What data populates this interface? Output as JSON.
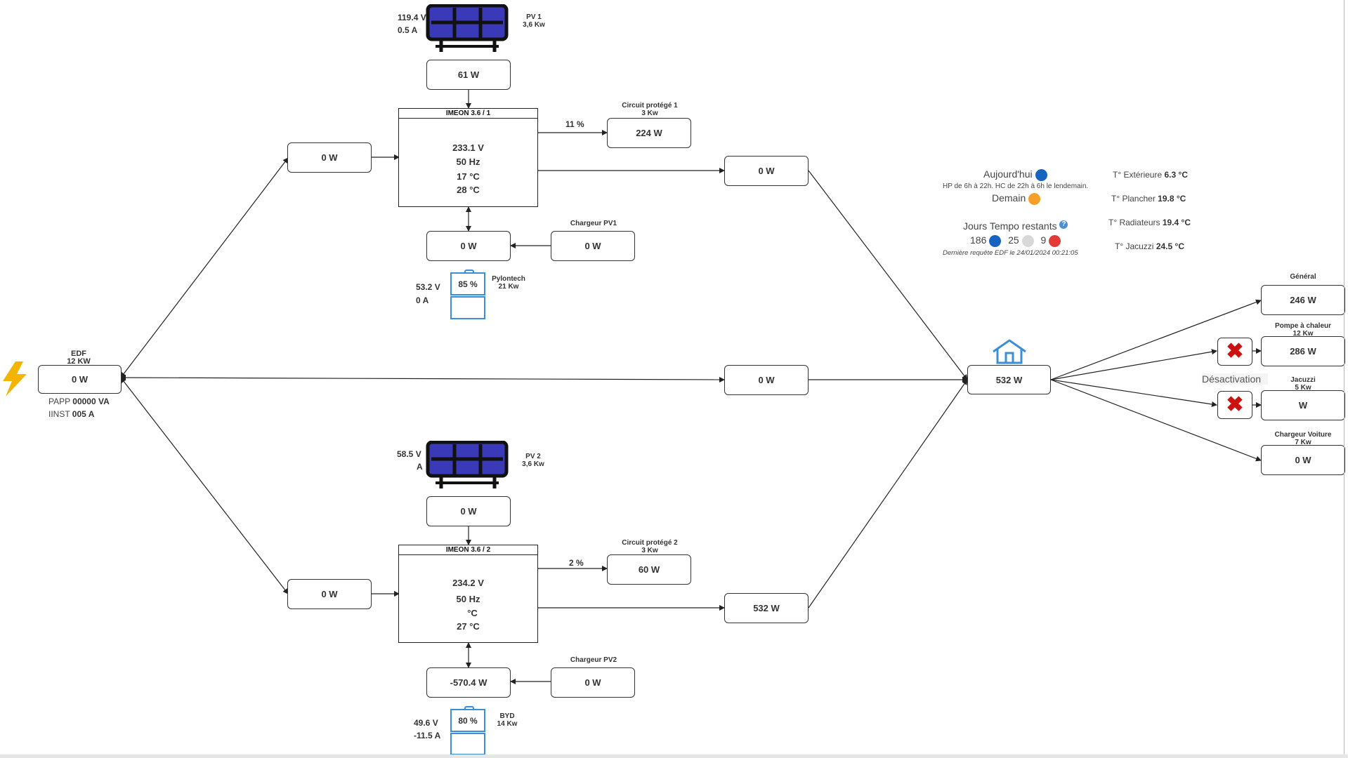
{
  "colors": {
    "accent_blue": "#3b8fd9",
    "dot_blue": "#1565c0",
    "dot_white": "#d8d8d8",
    "dot_orange": "#f5a029",
    "dot_red": "#e53935",
    "lightning": "#f5b400",
    "cross_red": "#cc1111"
  },
  "edf": {
    "title": "EDF",
    "subtitle": "12 KW",
    "power": "0 W",
    "papp_label": "PAPP",
    "papp_value": "00000 VA",
    "iinst_label": "IINST",
    "iinst_value": "005 A",
    "icon": "lightning-icon"
  },
  "pv1": {
    "voltage": "119.4 V",
    "current": "0.5 A",
    "name": "PV 1",
    "capacity": "3,6 Kw",
    "power": "61 W",
    "icon": "solar-panel-icon"
  },
  "pv2": {
    "voltage": "58.5 V",
    "current": "A",
    "name": "PV 2",
    "capacity": "3,6 Kw",
    "power": "0 W",
    "icon": "solar-panel-icon"
  },
  "inverter1": {
    "title": "IMEON 3.6 / 1",
    "voltage": "233.1 V",
    "frequency": "50 Hz",
    "temp1": "17 °C",
    "temp2": "28 °C",
    "grid_in": "0 W",
    "out_to_house": "0 W",
    "battery_flow": "0 W"
  },
  "inverter2": {
    "title": "IMEON 3.6 / 2",
    "voltage": "234.2 V",
    "frequency": "50 Hz",
    "temp1": "°C",
    "temp2": "27 °C",
    "grid_in": "0 W",
    "out_to_house": "532 W",
    "battery_flow": "-570.4 W"
  },
  "circuit1": {
    "title": "Circuit protégé 1",
    "capacity": "3 Kw",
    "percent": "11 %",
    "power": "224 W"
  },
  "circuit2": {
    "title": "Circuit protégé 2",
    "capacity": "3 Kw",
    "percent": "2 %",
    "power": "60 W"
  },
  "charger1": {
    "title": "Chargeur PV1",
    "power": "0 W"
  },
  "charger2": {
    "title": "Chargeur PV2",
    "power": "0 W"
  },
  "battery1": {
    "voltage": "53.2 V",
    "current": "0 A",
    "soc": "85 %",
    "soc_fraction": 0.85,
    "name": "Pylontech",
    "capacity": "21 Kw"
  },
  "battery2": {
    "voltage": "49.6 V",
    "current": "-11.5 A",
    "soc": "80 %",
    "soc_fraction": 0.8,
    "name": "BYD",
    "capacity": "14 Kw"
  },
  "grid_direct": {
    "power": "0 W"
  },
  "house": {
    "power": "532 W",
    "icon": "house-icon"
  },
  "loads": {
    "general": {
      "title": "Général",
      "power": "246 W"
    },
    "heatpump": {
      "title": "Pompe à chaleur",
      "capacity": "12 Kw",
      "power": "286 W"
    },
    "jacuzzi": {
      "title": "Jacuzzi",
      "capacity": "5 Kw",
      "power": "W"
    },
    "car": {
      "title": "Chargeur Voiture",
      "capacity": "7 Kw",
      "power": "0 W"
    },
    "deactivation_label": "Désactivation"
  },
  "tempo": {
    "today_label": "Aujourd'hui",
    "hp_hc_note": "HP de 6h à 22h. HC de 22h à 6h le lendemain.",
    "tomorrow_label": "Demain",
    "remaining_label": "Jours Tempo restants",
    "blue_days": "186",
    "white_days": "25",
    "red_days": "9",
    "last_request": "Dernière requête EDF le 24/01/2024 00:21:05"
  },
  "temperatures": {
    "exterieure_label": "T° Extérieure",
    "exterieure_value": "6.3 °C",
    "plancher_label": "T° Plancher",
    "plancher_value": "19.8 °C",
    "radiateurs_label": "T° Radiateurs",
    "radiateurs_value": "19.4 °C",
    "jacuzzi_label": "T° Jacuzzi",
    "jacuzzi_value": "24.5 °C"
  }
}
